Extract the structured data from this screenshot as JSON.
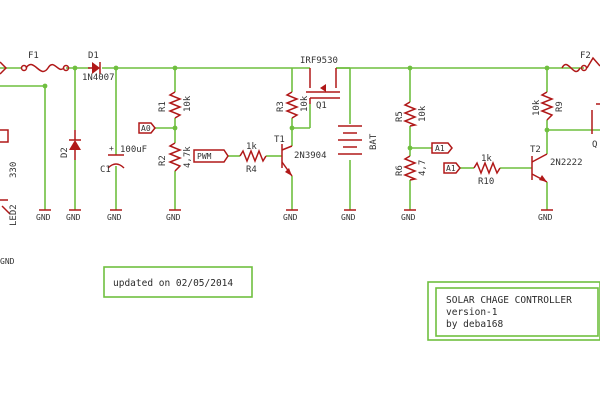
{
  "colors": {
    "wire": "#6fbf3f",
    "component": "#b01818",
    "text": "#333333"
  },
  "parts": {
    "f1": {
      "name": "F1"
    },
    "d1": {
      "name": "D1",
      "value": "1N4007"
    },
    "d2": {
      "name": "D2"
    },
    "c1": {
      "name": "C1",
      "value": "100uF"
    },
    "r1": {
      "name": "R1",
      "value": "10k"
    },
    "r2": {
      "name": "R2",
      "value": "4,7k"
    },
    "r3": {
      "name": "R3",
      "value": "10k"
    },
    "r4": {
      "name": "R4",
      "value": "1k"
    },
    "q1": {
      "name": "Q1",
      "value": "IRF9530"
    },
    "t1": {
      "name": "T1",
      "value": "2N3904"
    },
    "bat": {
      "name": "BAT"
    },
    "r5": {
      "name": "R5",
      "value": "10k"
    },
    "r6": {
      "name": "R6",
      "value": "4,7"
    },
    "r10": {
      "name": "R10",
      "value": "1k"
    },
    "t2": {
      "name": "T2",
      "value": "2N2222"
    },
    "r9": {
      "name": "R9",
      "value": "10k"
    },
    "f2": {
      "name": "F2"
    },
    "q_right": {
      "name": "Q"
    },
    "led2": {
      "name": "LED2",
      "value": "330"
    }
  },
  "ground_label": "GND",
  "ports": {
    "pwm": "PWM",
    "a0": "A0",
    "a1": "A1"
  },
  "notes": {
    "updated": "updated on 02/05/2014"
  },
  "title_block": {
    "line1": "SOLAR CHAGE CONTROLLER",
    "line2": "version-1",
    "line3": "by deba168"
  }
}
